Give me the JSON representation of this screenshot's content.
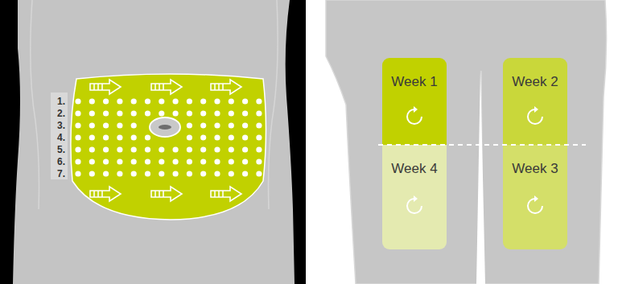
{
  "diagram": {
    "nodes": [
      {
        "text": [
          "Week 1"
        ]
      },
      {
        "text": [
          "Week 2"
        ]
      },
      {
        "text": [
          "Week 4"
        ]
      },
      {
        "text": [
          "Week 3"
        ]
      }
    ],
    "labels": [
      "1.",
      "2.",
      "3.",
      "4.",
      "5.",
      "6.",
      "7."
    ]
  }
}
